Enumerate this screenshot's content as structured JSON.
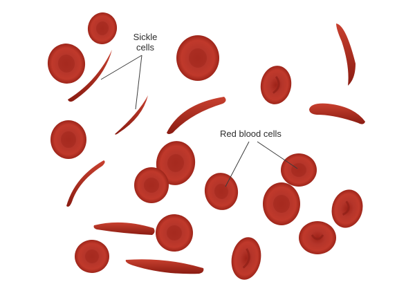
{
  "labels": {
    "sickle_line1": "Sickle",
    "sickle_line2": "cells",
    "red_blood_cells": "Red blood cells"
  },
  "colors": {
    "cell_fill": "#b52a1f",
    "cell_dark": "#8c1b13",
    "cell_center": "#c8473a",
    "leader_line": "#3a3a3a",
    "background": "#ffffff"
  }
}
